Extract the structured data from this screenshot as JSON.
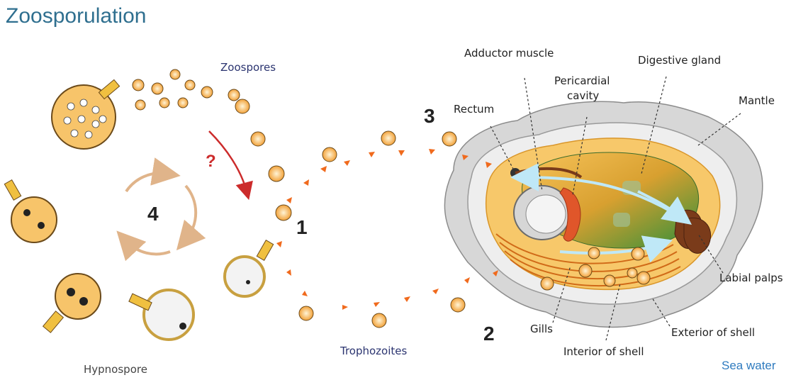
{
  "title": "Zoosporulation",
  "labels": {
    "zoospores": "Zoospores",
    "hypnospore": "Hypnospore",
    "trophozoites": "Trophozoites",
    "sea_water": "Sea water",
    "adductor_muscle": "Adductor muscle",
    "digestive_gland": "Digestive gland",
    "pericardial_cavity_line1": "Pericardial",
    "pericardial_cavity_line2": "cavity",
    "rectum": "Rectum",
    "mantle": "Mantle",
    "labial_palps": "Labial palps",
    "gills": "Gills",
    "exterior_of_shell": "Exterior of shell",
    "interior_of_shell": "Interior of shell"
  },
  "steps": {
    "step1": "1",
    "step2": "2",
    "step3": "3",
    "step4": "4"
  },
  "question_mark": "?",
  "colors": {
    "title": "#2f6f8f",
    "arrow_orange": "#f06a1d",
    "cycle_arrow": "#e0b48a",
    "red_arrow": "#cc2b2b",
    "gland_green": "#2f8f3a",
    "orange_tissue": "#f3a53a",
    "shell_grey": "#bdbdbd",
    "flow_light_blue": "#bfe8f7"
  }
}
